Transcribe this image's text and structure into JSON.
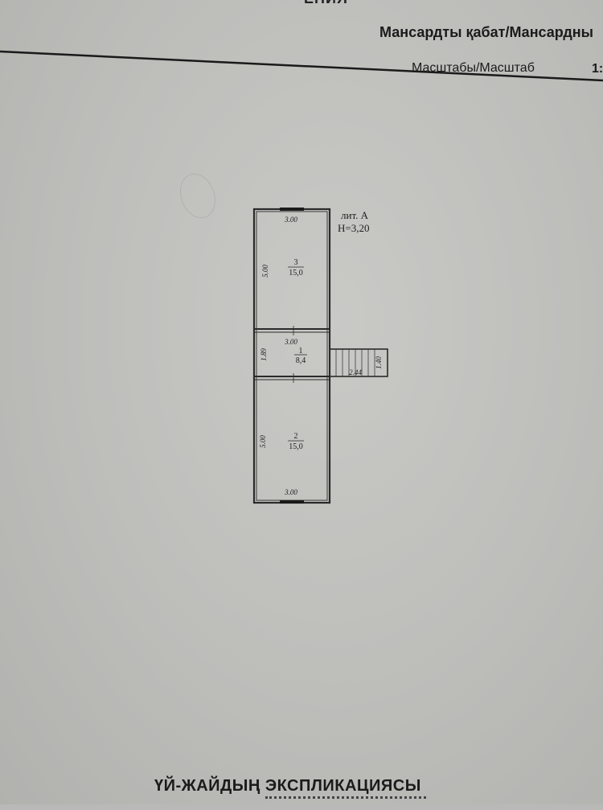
{
  "header": {
    "top_cut_text": "ЕНИЯ",
    "title": "Мансардты қабат/Мансардны",
    "scale_label": "Масштабы/Масштаб",
    "scale_value": "1:"
  },
  "plan": {
    "litera": "лит. А",
    "height": "H=3,20",
    "rooms": [
      {
        "number": "3",
        "area": "15,0",
        "width": "3.00",
        "length": "5.00"
      },
      {
        "number": "1",
        "area": "8,4",
        "width": "3.00",
        "length": "1.89"
      },
      {
        "number": "2",
        "area": "15,0",
        "width": "3.00",
        "length": "5.00"
      }
    ],
    "stairs": {
      "length": "2.44",
      "width": "1.40"
    }
  },
  "footer": {
    "title": "ҮЙ-ЖАЙДЫҢ ЭКСПЛИКАЦИЯСЫ"
  },
  "colors": {
    "paper": "#c4c4c1",
    "ink": "#2a2a2a"
  }
}
